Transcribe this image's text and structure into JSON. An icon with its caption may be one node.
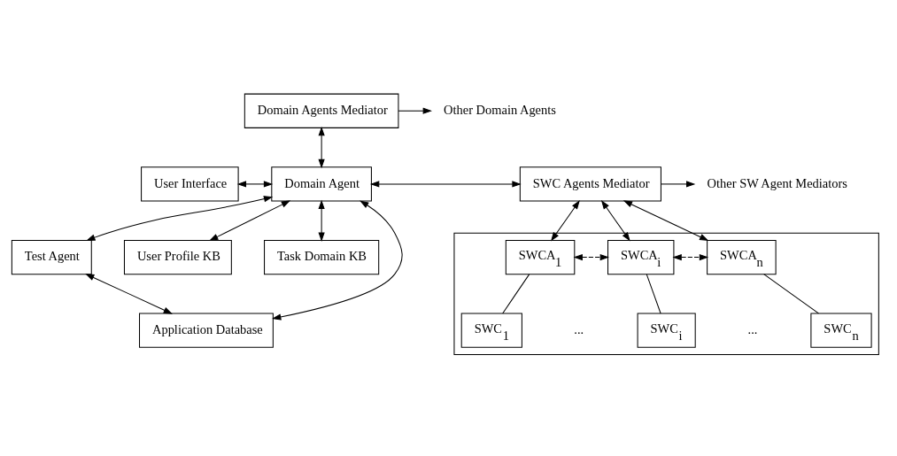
{
  "diagram": {
    "nodes": [
      {
        "text": [
          "Domain Agents Mediator"
        ]
      },
      {
        "text": [
          "Other Domain Agents"
        ]
      },
      {
        "text": [
          "User Interface"
        ]
      },
      {
        "text": [
          "Domain Agent"
        ]
      },
      {
        "text": [
          "Test Agent"
        ]
      },
      {
        "text": [
          "SWC Agents Mediator"
        ]
      },
      {
        "text": [
          "Other SW Agent Mediators"
        ]
      },
      {
        "text": [
          "User Profile KB"
        ]
      },
      {
        "text": [
          "Task Domain KB"
        ]
      },
      {
        "text": [
          "Application Database"
        ]
      },
      {
        "text": [],
        "shape": "box"
      },
      {
        "text": [
          "SWCA$_{1}$"
        ],
        "in": 10
      },
      {
        "text": [
          "SWCA$_{i}$"
        ],
        "in": 10
      },
      {
        "text": [
          "SWCA$_{n}$"
        ],
        "in": 10
      },
      {
        "text": [
          "SWC$_{1}$"
        ],
        "in": 10
      },
      {
        "text": [
          "SWC$_{i}$"
        ],
        "in": 10
      },
      {
        "text": [
          "SWC$_{n}$"
        ],
        "in": 10
      }
    ],
    "edges": [
      {
        "from": 0,
        "to": 1,
        "arrow": "to"
      },
      {
        "from": 0,
        "to": 3,
        "arrow": "both"
      },
      {
        "from": 2,
        "to": 3,
        "arrow": "both"
      },
      {
        "from": 3,
        "to": 5,
        "arrow": "both"
      },
      {
        "from": 3,
        "to": 4,
        "arrow": "both"
      },
      {
        "from": 5,
        "to": 6,
        "arrow": "to"
      },
      {
        "from": 3,
        "to": 7,
        "arrow": "both"
      },
      {
        "from": 3,
        "to": 8,
        "arrow": "both"
      },
      {
        "from": 3,
        "to": 9,
        "arrow": "both"
      },
      {
        "from": 4,
        "to": 9,
        "arrow": "both"
      },
      {
        "from": 5,
        "to": 11,
        "arrow": "both"
      },
      {
        "from": 5,
        "to": 12,
        "arrow": "both"
      },
      {
        "from": 5,
        "to": 13,
        "arrow": "both"
      },
      {
        "from": 11,
        "to": 12,
        "arrow": "both",
        "style": "dashed"
      },
      {
        "from": 12,
        "to": 13,
        "arrow": "both",
        "style": "dashed"
      },
      {
        "from": 11,
        "to": 14,
        "arrow": "none"
      },
      {
        "from": 12,
        "to": 15,
        "arrow": "none"
      },
      {
        "from": 13,
        "to": 16,
        "arrow": "none"
      }
    ],
    "labels": [
      "...",
      "..."
    ]
  }
}
